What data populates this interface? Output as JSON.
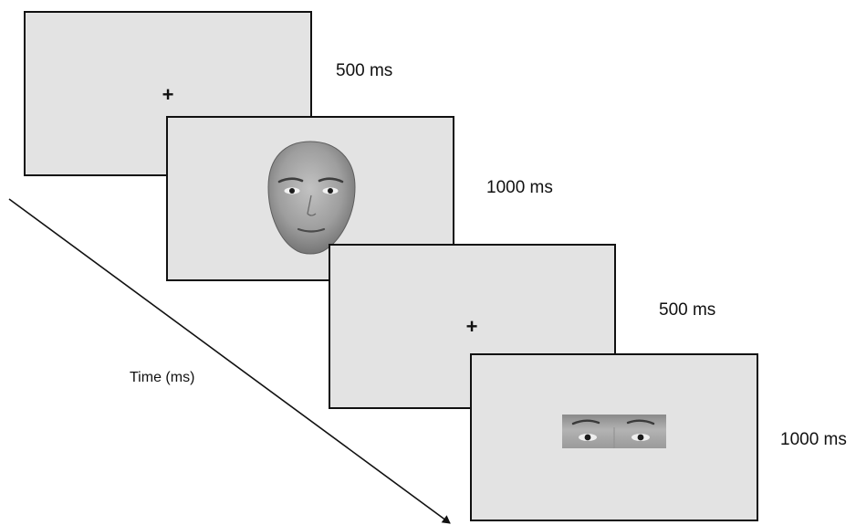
{
  "diagram": {
    "time_axis_label": "Time (ms)",
    "screens": [
      {
        "content": "fixation-cross",
        "duration": "500 ms"
      },
      {
        "content": "face",
        "duration": "1000 ms"
      },
      {
        "content": "fixation-cross",
        "duration": "500 ms"
      },
      {
        "content": "eyes",
        "duration": "1000 ms"
      }
    ]
  },
  "colors": {
    "screen_fill": "#e3e3e3",
    "screen_border": "#111111",
    "text": "#111111"
  }
}
